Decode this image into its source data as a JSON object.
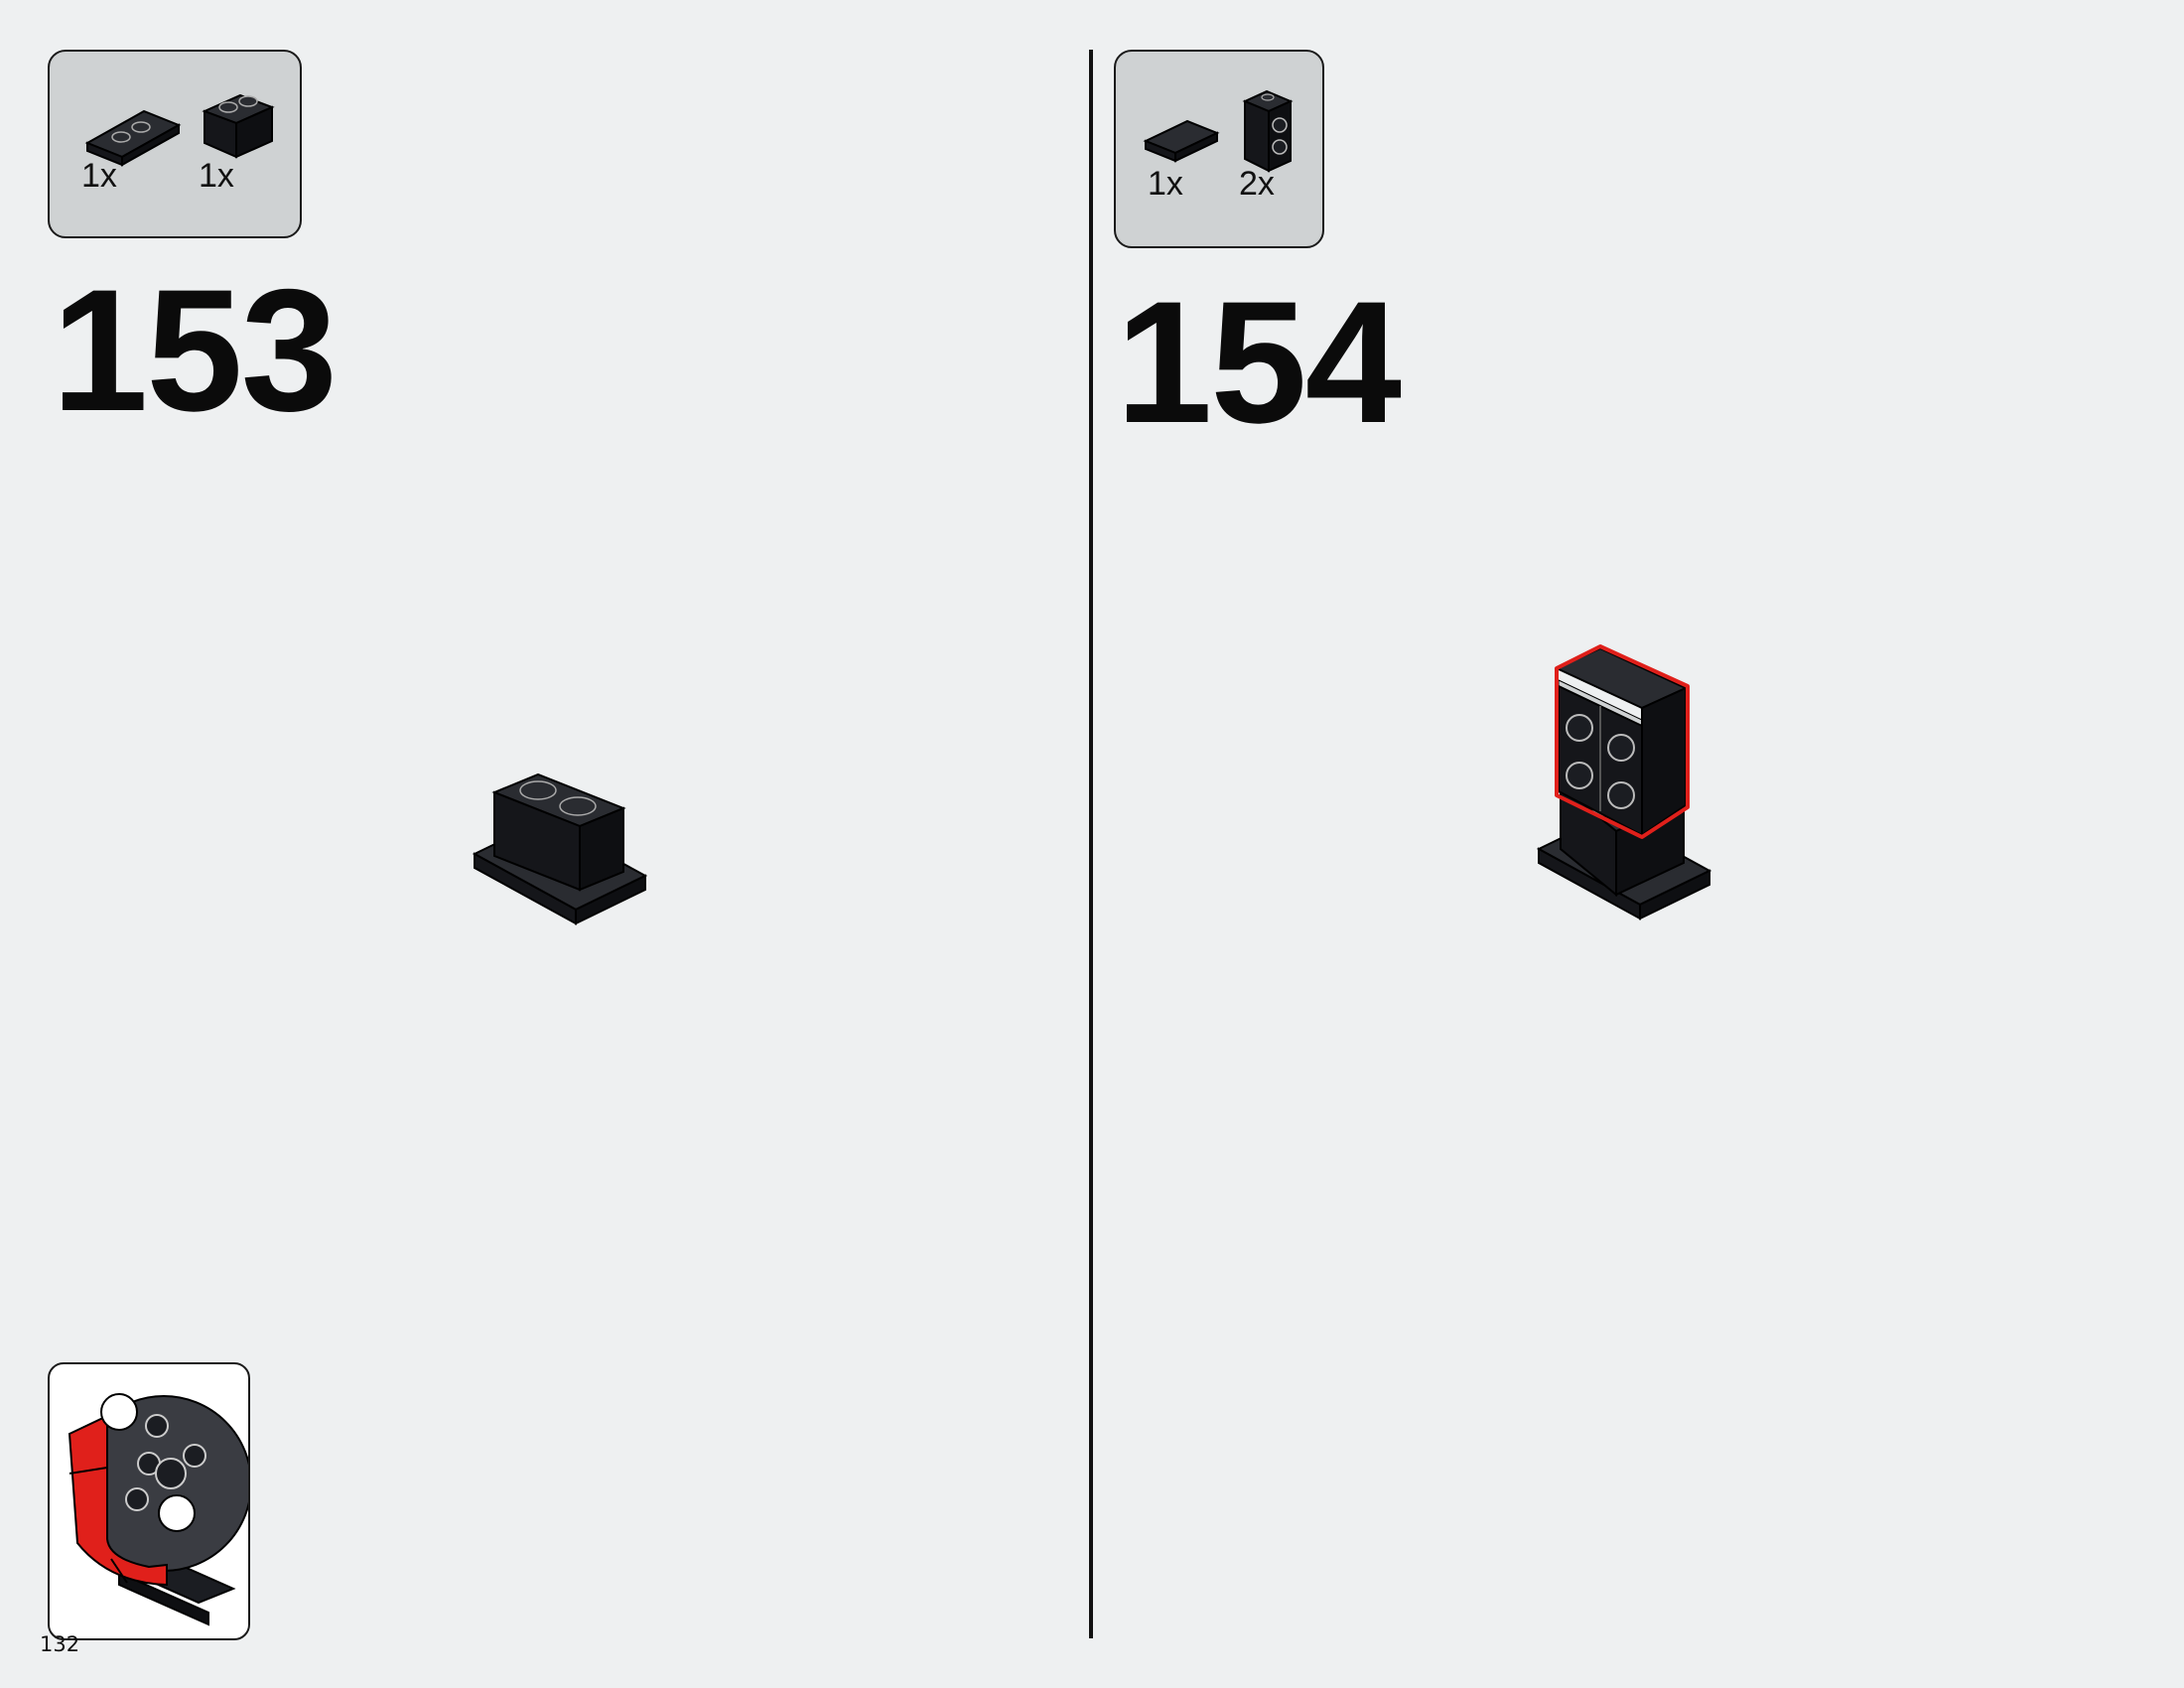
{
  "page_number": "132",
  "steps": [
    {
      "number": "153",
      "parts": [
        {
          "icon": "plate-1x3-icon",
          "quantity": "1x",
          "color": "#1b1d22"
        },
        {
          "icon": "brick-1x2-icon",
          "quantity": "1x",
          "color": "#1b1d22"
        }
      ]
    },
    {
      "number": "154",
      "parts": [
        {
          "icon": "tile-1x2-icon",
          "quantity": "1x",
          "color": "#1b1d22"
        },
        {
          "icon": "brick-studs-on-side-icon",
          "quantity": "2x",
          "color": "#1b1d22"
        }
      ]
    }
  ],
  "colors": {
    "background": "#eef0f1",
    "parts_box": "#cfd2d3",
    "highlight": "#e0201b",
    "brick": "#1b1d22"
  }
}
